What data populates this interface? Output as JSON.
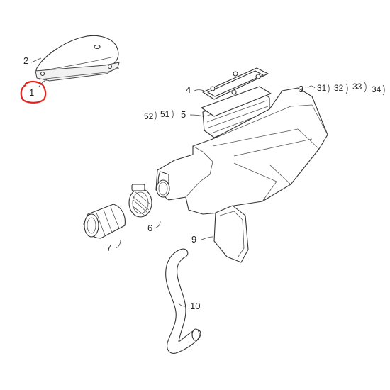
{
  "diagram": {
    "callouts": [
      {
        "id": "c1",
        "text": "1"
      },
      {
        "id": "c2",
        "text": "2"
      },
      {
        "id": "c3",
        "text": "3"
      },
      {
        "id": "c4",
        "text": "4"
      },
      {
        "id": "c5",
        "text": "5"
      },
      {
        "id": "c6",
        "text": "6"
      },
      {
        "id": "c7",
        "text": "7"
      },
      {
        "id": "c9",
        "text": "9"
      },
      {
        "id": "c10",
        "text": "10"
      },
      {
        "id": "c31",
        "text": "31"
      },
      {
        "id": "c32",
        "text": "32"
      },
      {
        "id": "c33",
        "text": "33"
      },
      {
        "id": "c34",
        "text": "34"
      },
      {
        "id": "c51",
        "text": "51"
      },
      {
        "id": "c52",
        "text": "52"
      }
    ],
    "highlight_color": "#e0201c",
    "line_color": "#333333"
  }
}
